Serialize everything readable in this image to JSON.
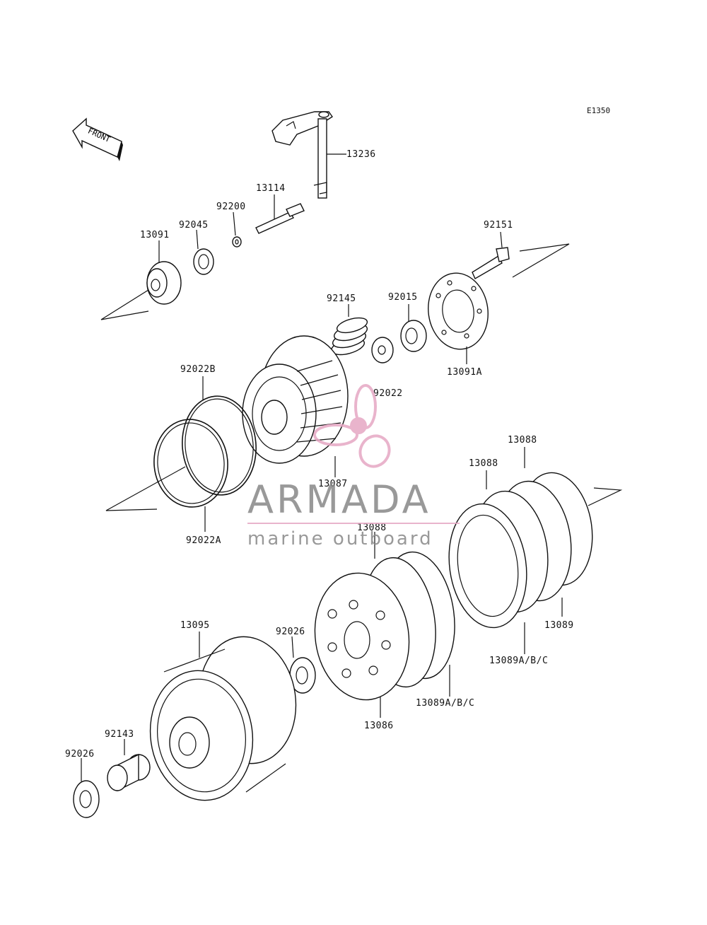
{
  "diagram_code": "E1350",
  "front_arrow": {
    "label": "FRONT",
    "icon": "front-arrow-icon"
  },
  "watermark": {
    "brand": "ARMADA",
    "tagline": "marine outboard",
    "logo_color": "#e6a7c4",
    "text_color": "#888888"
  },
  "parts": {
    "p13236": "13236",
    "p13114": "13114",
    "p92200": "92200",
    "p92045": "92045",
    "p13091": "13091",
    "p92151": "92151",
    "p92145": "92145",
    "p92015": "92015",
    "p13091A": "13091A",
    "p92022": "92022",
    "p92022B": "92022B",
    "p13087": "13087",
    "p92022A": "92022A",
    "p13088a": "13088",
    "p13088b": "13088",
    "p13088c": "13088",
    "p13089": "13089",
    "p13089ABC_a": "13089A/B/C",
    "p13089ABC_b": "13089A/B/C",
    "p13095": "13095",
    "p92026a": "92026",
    "p13086": "13086",
    "p92143": "92143",
    "p92026b": "92026"
  }
}
